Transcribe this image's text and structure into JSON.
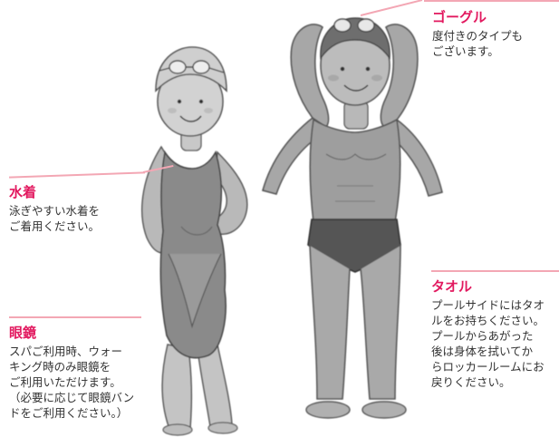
{
  "accent_color": "#e2195f",
  "leader_line_color": "#f3a7b4",
  "text_color": "#333333",
  "illustration": {
    "description_icon": "swimmers-pencil-sketch",
    "figures": [
      "woman-in-swimsuit-and-goggles",
      "man-in-swim-trunks-adjusting-goggles"
    ]
  },
  "callouts": {
    "goggles": {
      "title": "ゴーグル",
      "body": "度付きのタイプも\nございます。"
    },
    "swimsuit": {
      "title": "水着",
      "body": "泳ぎやすい水着を\nご着用ください。"
    },
    "towel": {
      "title": "タオル",
      "body": "プールサイドにはタオ\nルをお持ちください。\nプールからあがった\n後は身体を拭いてか\nらロッカールームにお\n戻りください。"
    },
    "glasses": {
      "title": "眼鏡",
      "body": "スパご利用時、ウォー\nキング時のみ眼鏡を\nご利用いただけます。\n（必要に応じて眼鏡バン\nドをご利用ください。）"
    }
  }
}
